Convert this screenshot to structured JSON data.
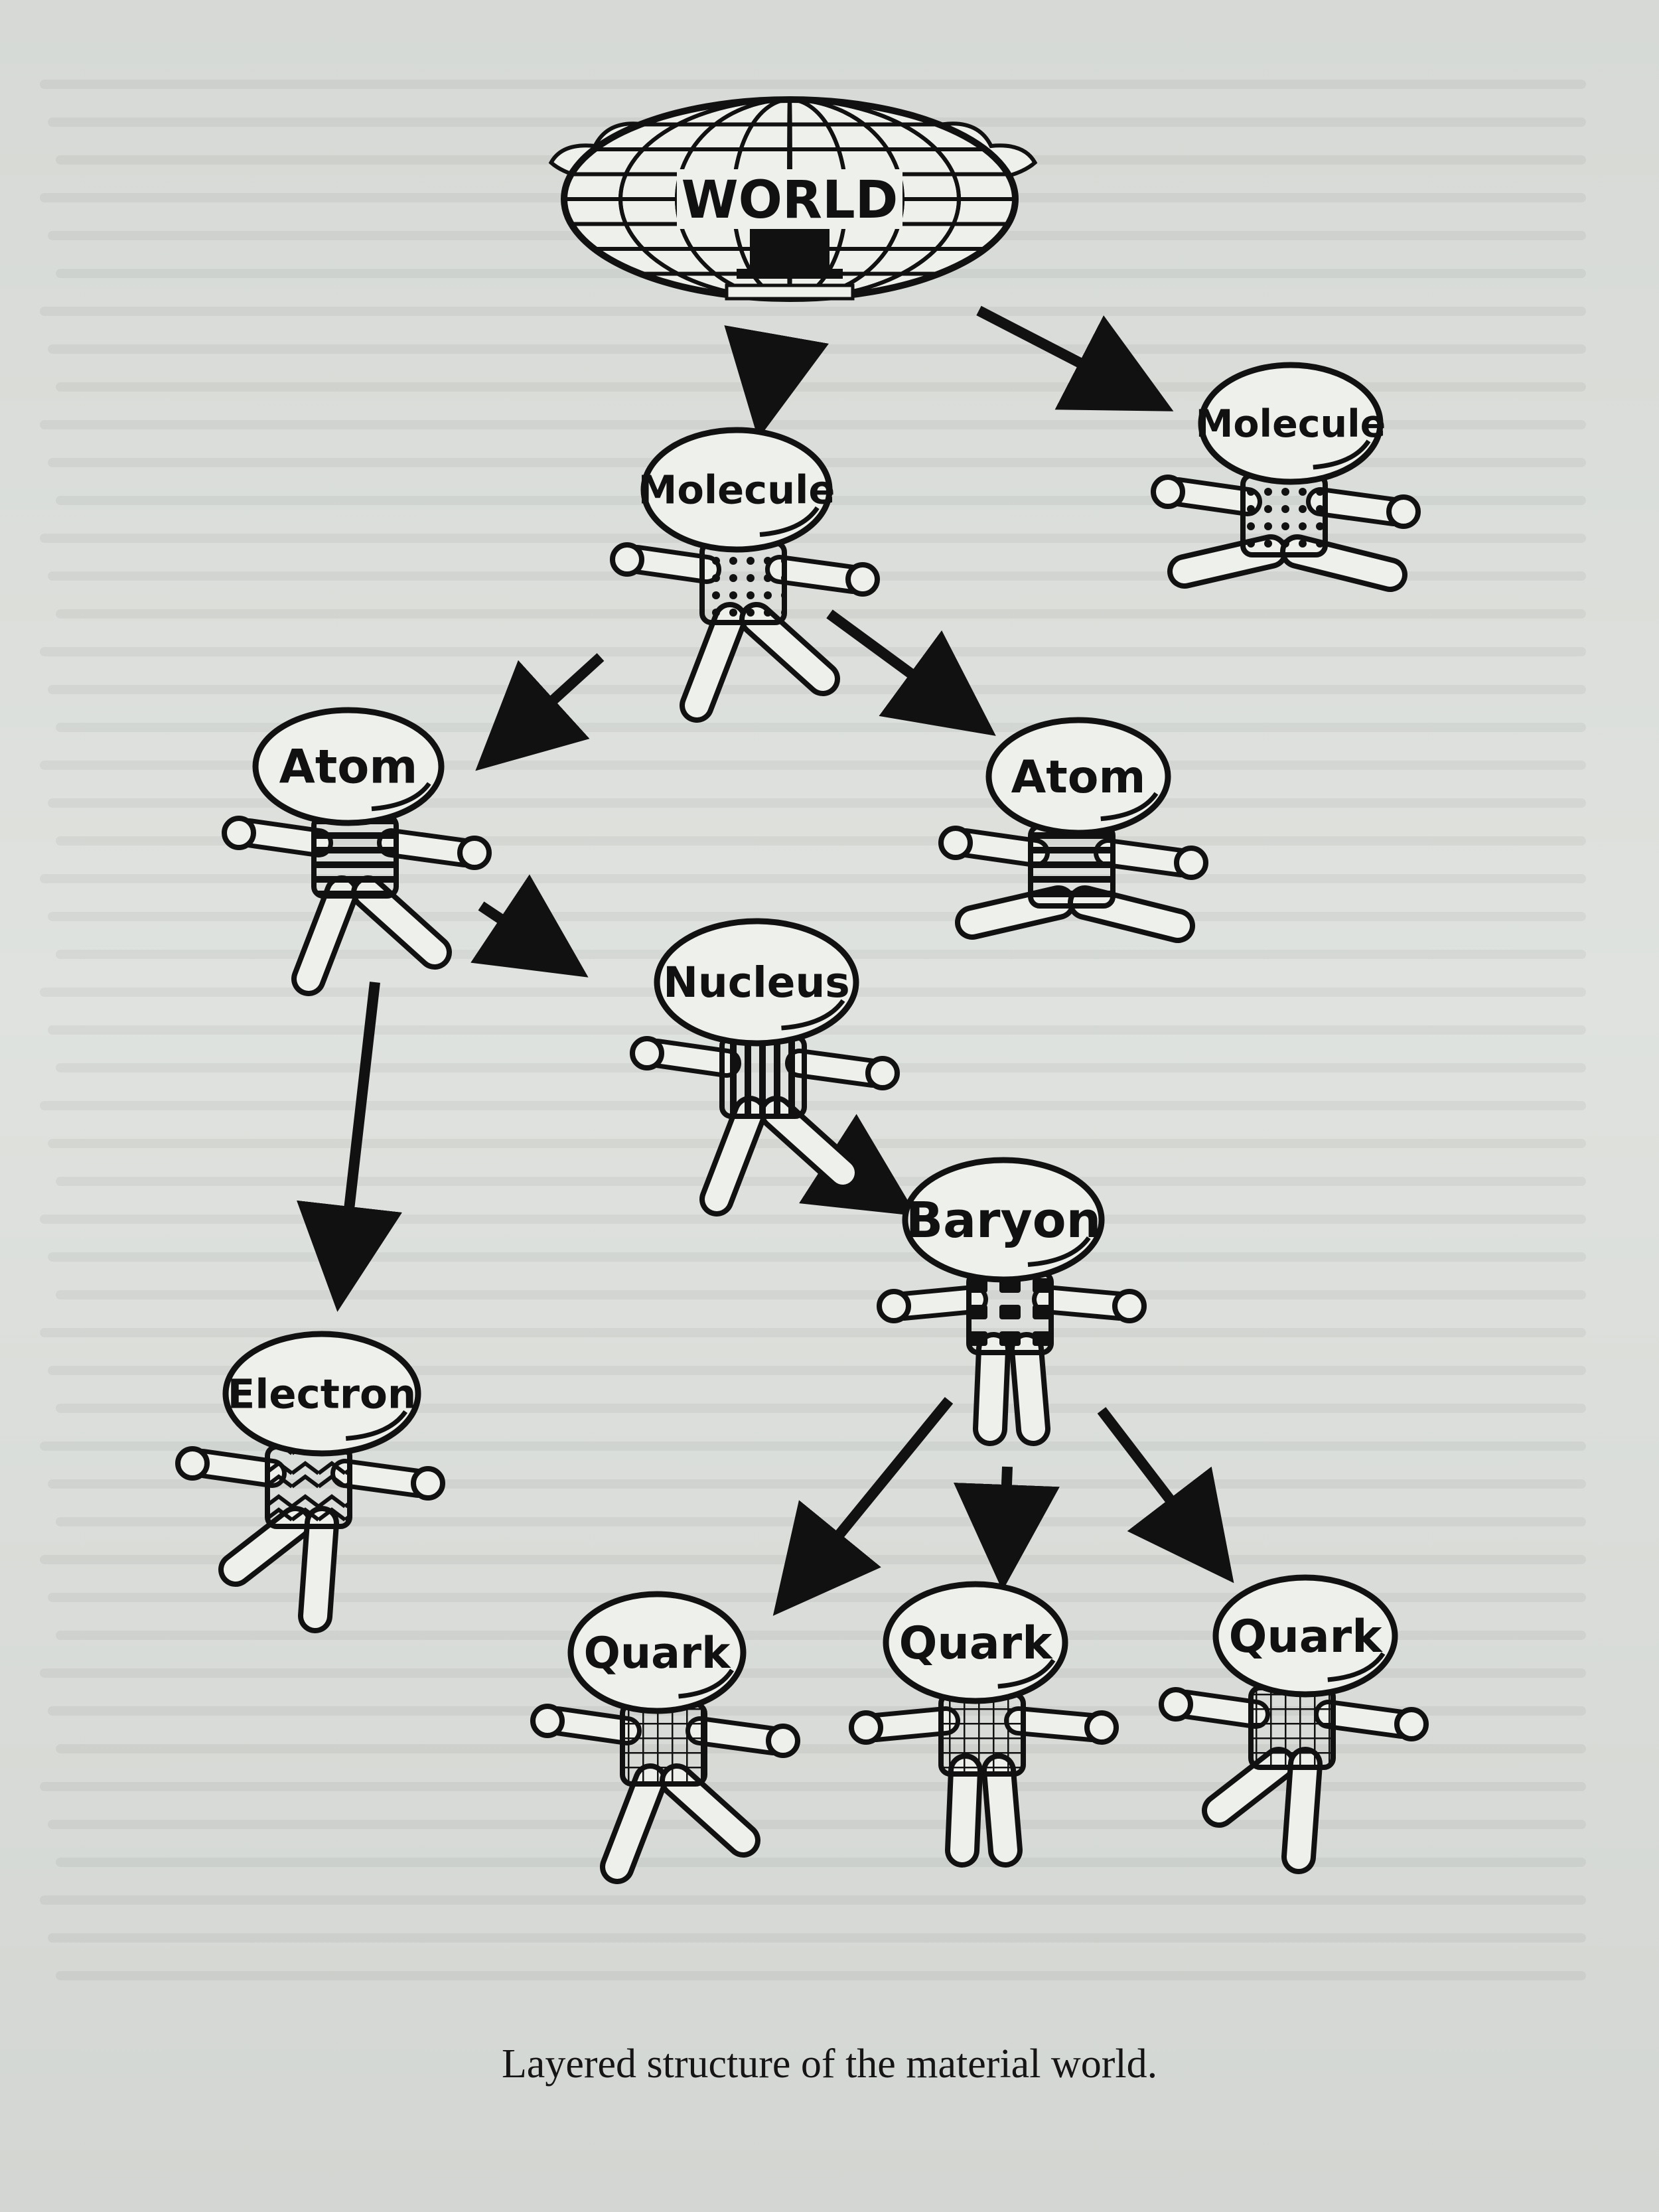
{
  "diagram": {
    "nodes": [
      {
        "id": "world",
        "label": "WORLD"
      },
      {
        "id": "molecule-1",
        "label": "Molecule"
      },
      {
        "id": "molecule-2",
        "label": "Molecule"
      },
      {
        "id": "atom-1",
        "label": "Atom"
      },
      {
        "id": "atom-2",
        "label": "Atom"
      },
      {
        "id": "nucleus",
        "label": "Nucleus"
      },
      {
        "id": "electron",
        "label": "Electron"
      },
      {
        "id": "baryon",
        "label": "Baryon"
      },
      {
        "id": "quark-1",
        "label": "Quark"
      },
      {
        "id": "quark-2",
        "label": "Quark"
      },
      {
        "id": "quark-3",
        "label": "Quark"
      }
    ],
    "edges": [
      {
        "from": "world",
        "to": "molecule-1"
      },
      {
        "from": "world",
        "to": "molecule-2"
      },
      {
        "from": "molecule-1",
        "to": "atom-1"
      },
      {
        "from": "molecule-1",
        "to": "atom-2"
      },
      {
        "from": "atom-1",
        "to": "nucleus"
      },
      {
        "from": "atom-1",
        "to": "electron"
      },
      {
        "from": "nucleus",
        "to": "baryon"
      },
      {
        "from": "baryon",
        "to": "quark-1"
      },
      {
        "from": "baryon",
        "to": "quark-2"
      },
      {
        "from": "baryon",
        "to": "quark-3"
      }
    ]
  },
  "caption": "Layered structure of the material world.",
  "colors": {
    "paper": "#d9dcd8",
    "ink": "#111111"
  }
}
